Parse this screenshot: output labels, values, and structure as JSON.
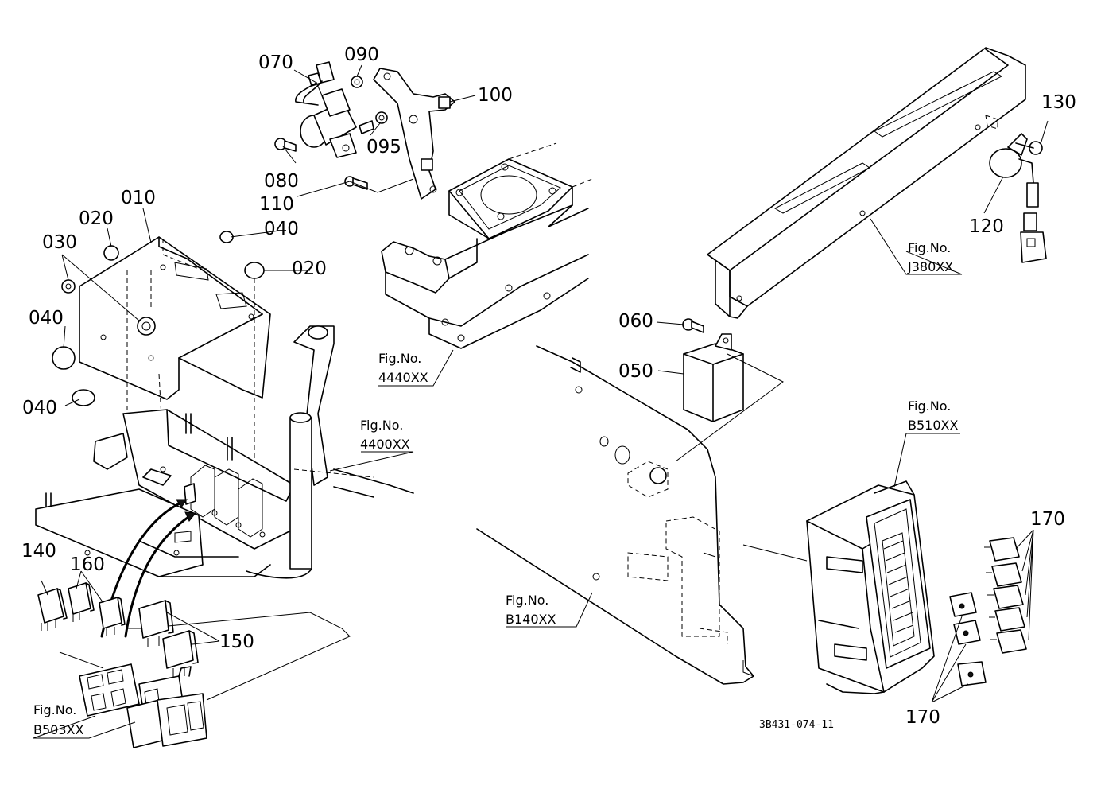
{
  "parts": [
    {
      "id": "p070",
      "number": "070"
    },
    {
      "id": "p090",
      "number": "090"
    },
    {
      "id": "p100",
      "number": "100"
    },
    {
      "id": "p095",
      "number": "095"
    },
    {
      "id": "p080",
      "number": "080"
    },
    {
      "id": "p110",
      "number": "110"
    },
    {
      "id": "p010",
      "number": "010"
    },
    {
      "id": "p020a",
      "number": "020"
    },
    {
      "id": "p040a",
      "number": "040"
    },
    {
      "id": "p020b",
      "number": "020"
    },
    {
      "id": "p030",
      "number": "030"
    },
    {
      "id": "p040b",
      "number": "040"
    },
    {
      "id": "p040c",
      "number": "040"
    },
    {
      "id": "p130",
      "number": "130"
    },
    {
      "id": "p120",
      "number": "120"
    },
    {
      "id": "p060",
      "number": "060"
    },
    {
      "id": "p050",
      "number": "050"
    },
    {
      "id": "p170a",
      "number": "170"
    },
    {
      "id": "p170b",
      "number": "170"
    },
    {
      "id": "p140",
      "number": "140"
    },
    {
      "id": "p160",
      "number": "160"
    },
    {
      "id": "p150",
      "number": "150"
    }
  ],
  "figure_refs": [
    {
      "prefix": "Fig.No.",
      "code": "J380XX"
    },
    {
      "prefix": "Fig.No.",
      "code": "4440XX"
    },
    {
      "prefix": "Fig.No.",
      "code": "4400XX"
    },
    {
      "prefix": "Fig.No.",
      "code": "B510XX"
    },
    {
      "prefix": "Fig.No.",
      "code": "B140XX"
    },
    {
      "prefix": "Fig.No.",
      "code": "B503XX"
    }
  ],
  "drawing_code": "3B431-074-11"
}
